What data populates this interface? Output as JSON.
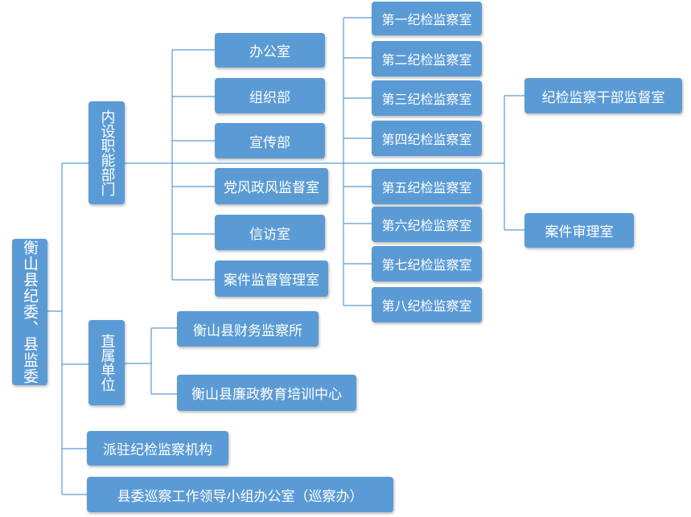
{
  "root": {
    "label": "衡山县纪委、县监委"
  },
  "branches": {
    "internal": {
      "label": "内设职能部门",
      "departments": [
        "办公室",
        "组织部",
        "宣传部",
        "党风政风监督室",
        "信访室",
        "案件监督管理室"
      ],
      "inspection_offices": [
        "第一纪检监察室",
        "第二纪检监察室",
        "第三纪检监察室",
        "第四纪检监察室",
        "第五纪检监察室",
        "第六纪检监察室",
        "第七纪检监察室",
        "第八纪检监察室"
      ],
      "other_offices": [
        "纪检监察干部监督室",
        "案件审理室"
      ]
    },
    "direct": {
      "label": "直属单位",
      "units": [
        "衡山县财务监察所",
        "衡山县廉政教育培训中心"
      ]
    },
    "dispatched": {
      "label": "派驻纪检监察机构"
    },
    "inspection_group": {
      "label": "县委巡察工作领导小组办公室（巡察办）"
    }
  }
}
